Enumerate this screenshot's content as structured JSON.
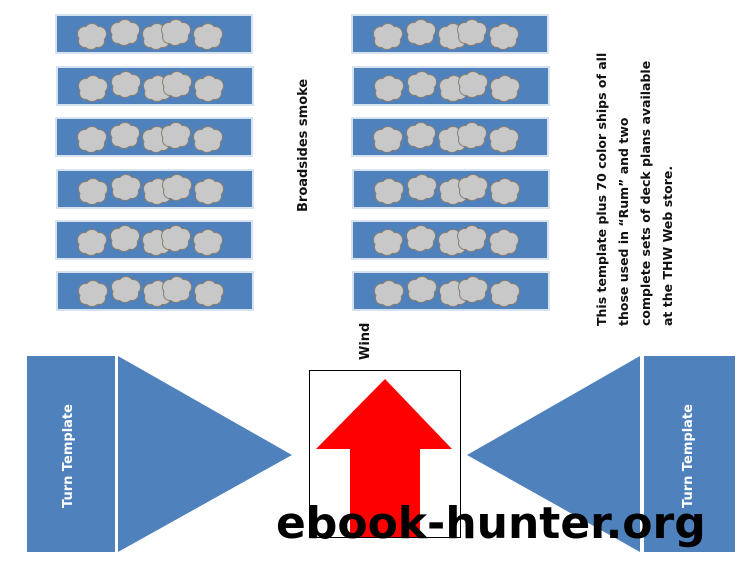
{
  "labels": {
    "broadsides": "Broadsides smoke",
    "wind": "Wind",
    "turn_left": "Turn Template",
    "turn_right": "Turn Template",
    "note_lines": [
      "This template plus 70 color ships of all",
      "those used in “Rum” and two",
      "complete sets of deck plans available",
      "at the THW Web store."
    ],
    "watermark": "ebook-hunter.org"
  },
  "smoke_strips_per_column": 6,
  "clouds_per_strip": 5,
  "colors": {
    "blue": "#4f81bd",
    "cloud": "#c8c8c8",
    "cloud_edge": "#8a7f70",
    "arrow": "#ff0000"
  }
}
